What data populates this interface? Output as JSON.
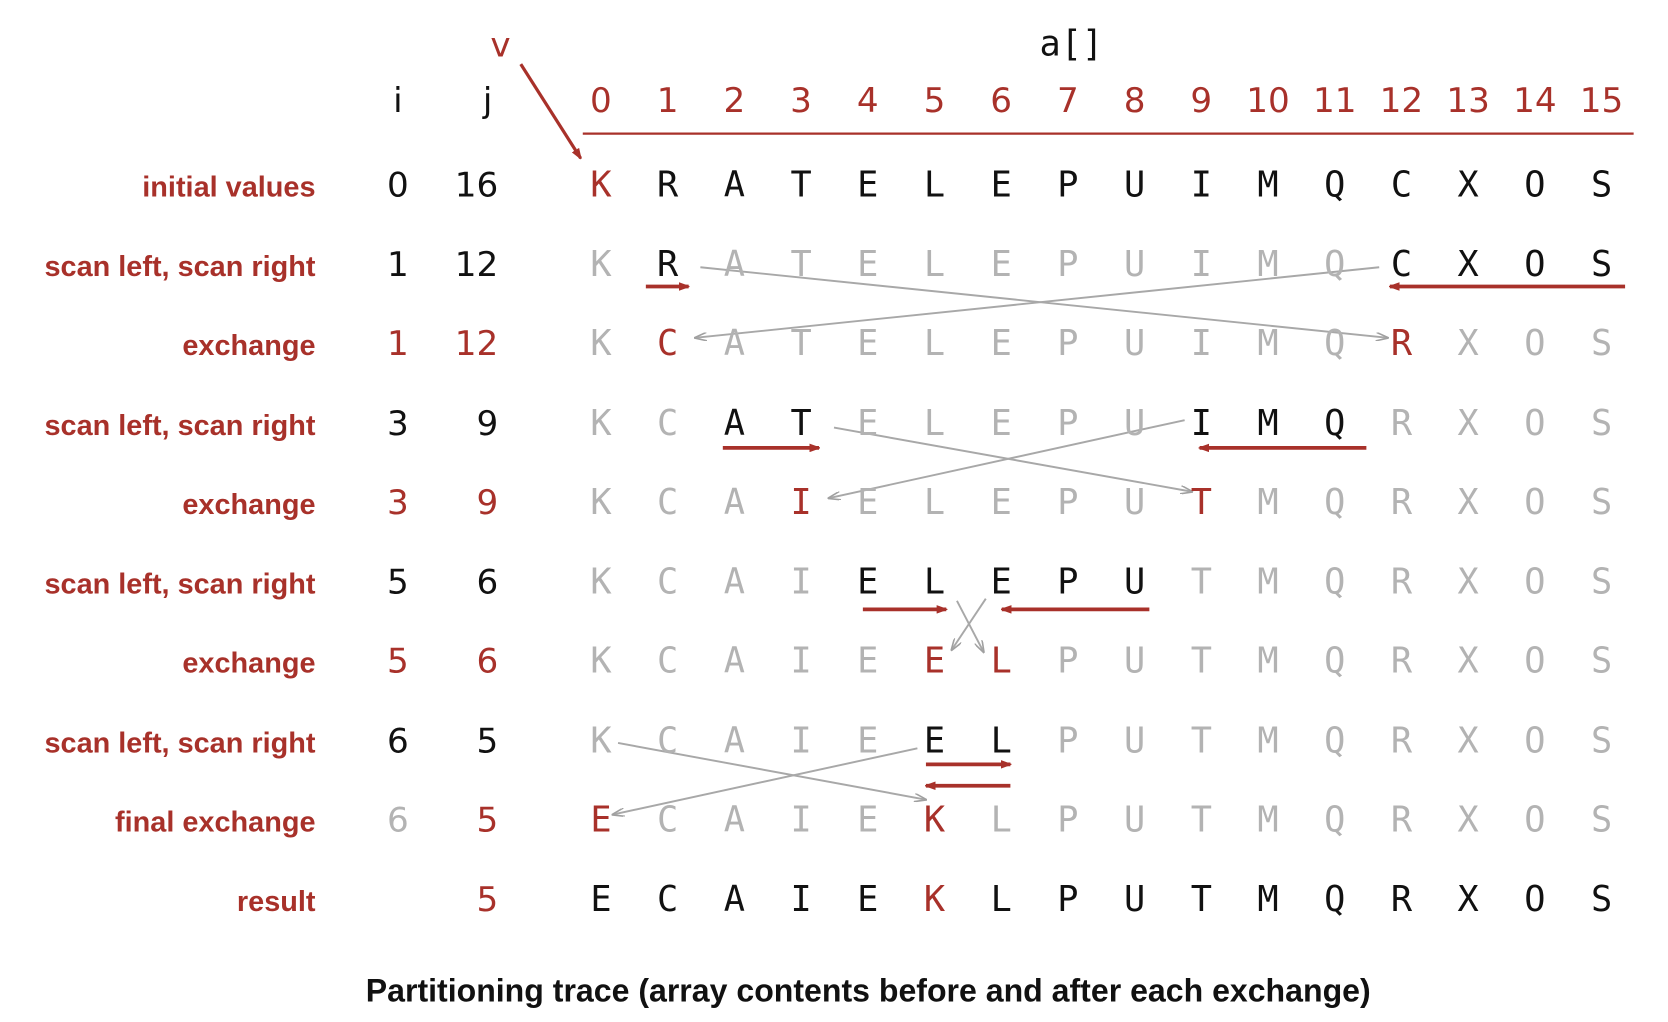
{
  "colors": {
    "red": "#a8312a",
    "black": "#111111",
    "gray": "#b3b3b3"
  },
  "header": {
    "v_label": "v",
    "array_label": "a[]",
    "i_label": "i",
    "j_label": "j",
    "indices": [
      "0",
      "1",
      "2",
      "3",
      "4",
      "5",
      "6",
      "7",
      "8",
      "9",
      "10",
      "11",
      "12",
      "13",
      "14",
      "15"
    ]
  },
  "rows": [
    {
      "label": "initial values",
      "i": "0",
      "j": "16",
      "i_state": "k",
      "j_state": "k",
      "cells": [
        "K",
        "R",
        "A",
        "T",
        "E",
        "L",
        "E",
        "P",
        "U",
        "I",
        "M",
        "Q",
        "C",
        "X",
        "O",
        "S"
      ],
      "states": "rkkkkkkkkkkkkkkk"
    },
    {
      "label": "scan left, scan right",
      "i": "1",
      "j": "12",
      "i_state": "k",
      "j_state": "k",
      "cells": [
        "K",
        "R",
        "A",
        "T",
        "E",
        "L",
        "E",
        "P",
        "U",
        "I",
        "M",
        "Q",
        "C",
        "X",
        "O",
        "S"
      ],
      "states": "gkggggggggggkkkk"
    },
    {
      "label": "exchange",
      "i": "1",
      "j": "12",
      "i_state": "r",
      "j_state": "r",
      "cells": [
        "K",
        "C",
        "A",
        "T",
        "E",
        "L",
        "E",
        "P",
        "U",
        "I",
        "M",
        "Q",
        "R",
        "X",
        "O",
        "S"
      ],
      "states": "grggggggggggrggg"
    },
    {
      "label": "scan left, scan right",
      "i": "3",
      "j": "9",
      "i_state": "k",
      "j_state": "k",
      "cells": [
        "K",
        "C",
        "A",
        "T",
        "E",
        "L",
        "E",
        "P",
        "U",
        "I",
        "M",
        "Q",
        "R",
        "X",
        "O",
        "S"
      ],
      "states": "ggkkgggggkkkgggg"
    },
    {
      "label": "exchange",
      "i": "3",
      "j": "9",
      "i_state": "r",
      "j_state": "r",
      "cells": [
        "K",
        "C",
        "A",
        "I",
        "E",
        "L",
        "E",
        "P",
        "U",
        "T",
        "M",
        "Q",
        "R",
        "X",
        "O",
        "S"
      ],
      "states": "gggrgggggrgggggg"
    },
    {
      "label": "scan left, scan right",
      "i": "5",
      "j": "6",
      "i_state": "k",
      "j_state": "k",
      "cells": [
        "K",
        "C",
        "A",
        "I",
        "E",
        "L",
        "E",
        "P",
        "U",
        "T",
        "M",
        "Q",
        "R",
        "X",
        "O",
        "S"
      ],
      "states": "ggggkkkkkggggggg"
    },
    {
      "label": "exchange",
      "i": "5",
      "j": "6",
      "i_state": "r",
      "j_state": "r",
      "cells": [
        "K",
        "C",
        "A",
        "I",
        "E",
        "E",
        "L",
        "P",
        "U",
        "T",
        "M",
        "Q",
        "R",
        "X",
        "O",
        "S"
      ],
      "states": "gggggrrggggggggg"
    },
    {
      "label": "scan left, scan right",
      "i": "6",
      "j": "5",
      "i_state": "k",
      "j_state": "k",
      "cells": [
        "K",
        "C",
        "A",
        "I",
        "E",
        "E",
        "L",
        "P",
        "U",
        "T",
        "M",
        "Q",
        "R",
        "X",
        "O",
        "S"
      ],
      "states": "gggggkkggggggggg"
    },
    {
      "label": "final exchange",
      "i": "6",
      "j": "5",
      "i_state": "g",
      "j_state": "r",
      "cells": [
        "E",
        "C",
        "A",
        "I",
        "E",
        "K",
        "L",
        "P",
        "U",
        "T",
        "M",
        "Q",
        "R",
        "X",
        "O",
        "S"
      ],
      "states": "rggggrgggggggggg"
    },
    {
      "label": "result",
      "i": "",
      "j": "5",
      "i_state": "k",
      "j_state": "r",
      "cells": [
        "E",
        "C",
        "A",
        "I",
        "E",
        "K",
        "L",
        "P",
        "U",
        "T",
        "M",
        "Q",
        "R",
        "X",
        "O",
        "S"
      ],
      "states": "kkkkkrkkkkkkkkkk"
    }
  ],
  "caption": "Partitioning trace (array contents before and after each exchange)"
}
